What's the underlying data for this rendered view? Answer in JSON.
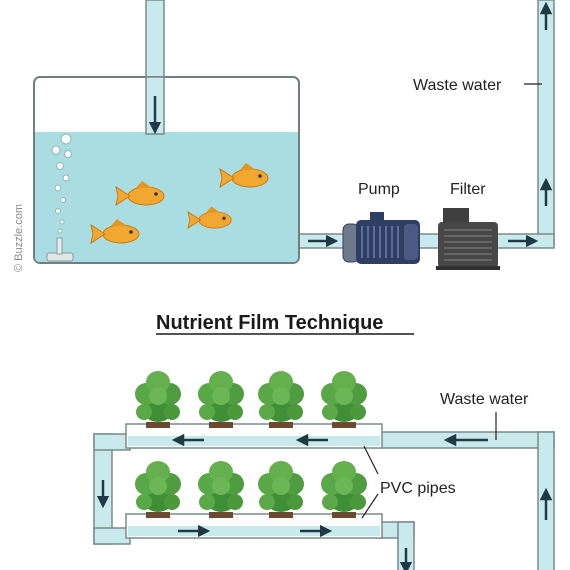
{
  "labels": {
    "waste_water_top": "Waste water",
    "pump": "Pump",
    "filter": "Filter",
    "title": "Nutrient Film Technique",
    "waste_water_bottom": "Waste water",
    "pvc_pipes": "PVC pipes",
    "watermark": "© Buzzle.com"
  },
  "colors": {
    "water": "#a9dde2",
    "pipe_fill": "#c9eaec",
    "pipe_stroke": "#7a8a8c",
    "fish": "#f2a830",
    "plant": "#4a9a3c",
    "pump_body": "#2f3f63",
    "filter_body": "#474747"
  }
}
